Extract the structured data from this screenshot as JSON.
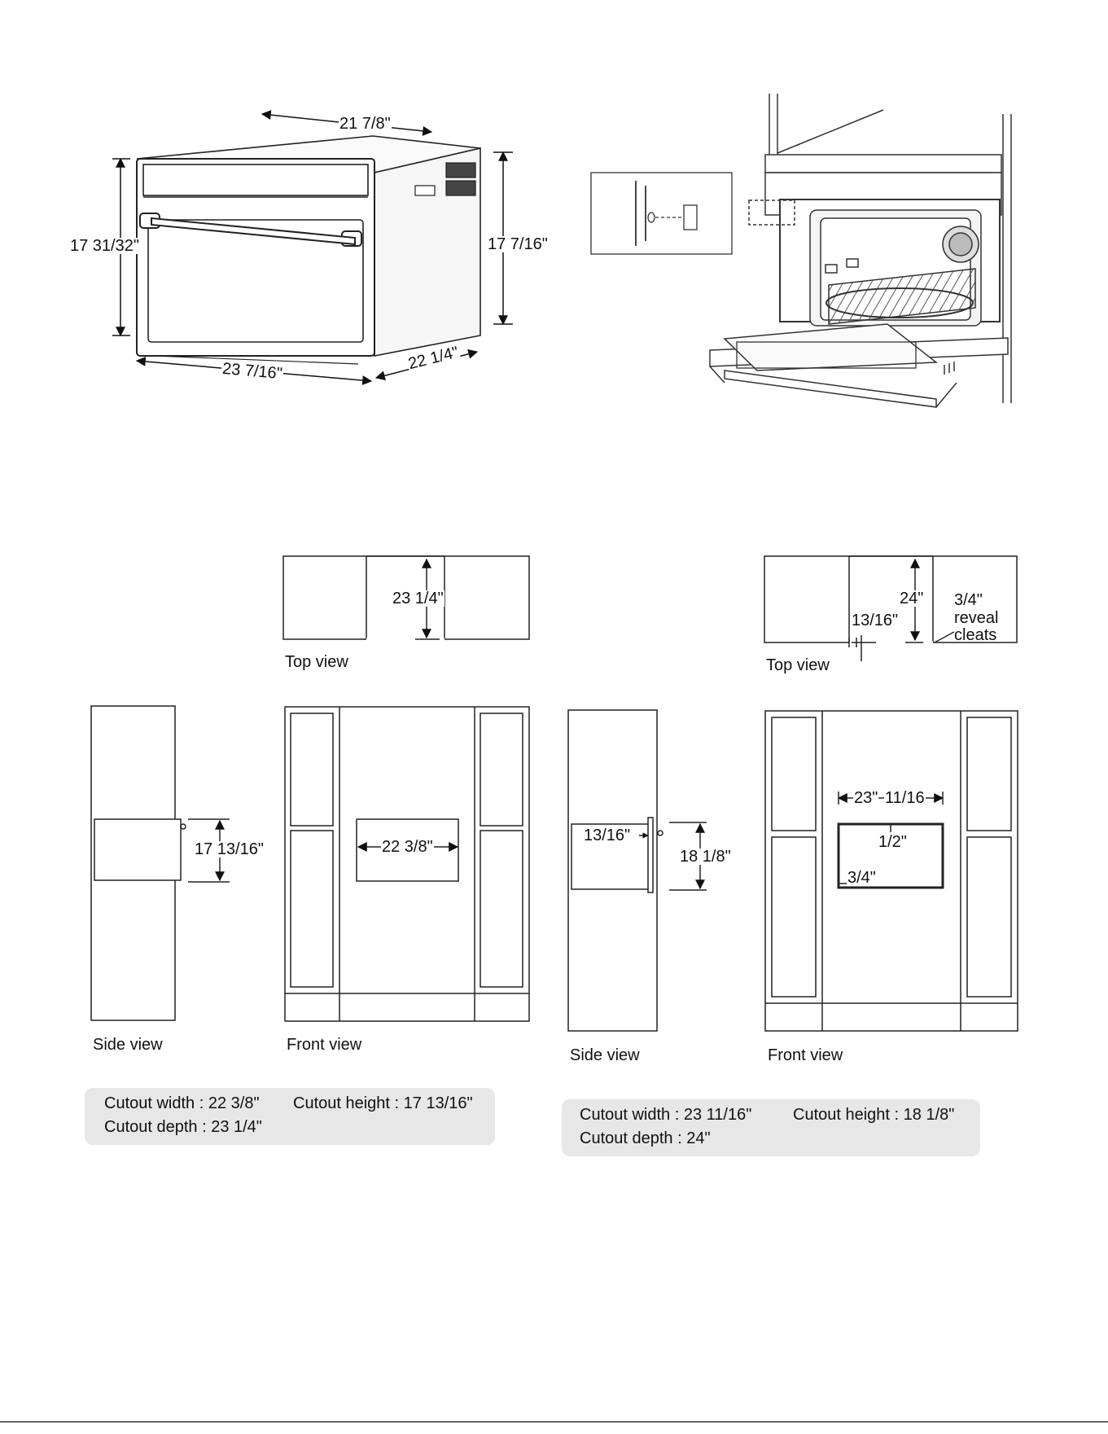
{
  "oven_dims": {
    "top_width": "21 7/8\"",
    "front_height": "17 31/32\"",
    "side_height": "17 7/16\"",
    "front_width": "23 7/16\"",
    "depth": "22 1/4\""
  },
  "left_install": {
    "top_view_label": "Top view",
    "top_depth": "23 1/4\"",
    "side_view_label": "Side view",
    "side_height": "17 13/16\"",
    "front_view_label": "Front view",
    "front_width": "22 3/8\"",
    "specs": {
      "width": "Cutout width : 22 3/8\"",
      "height": "Cutout height : 17 13/16\"",
      "depth": "Cutout depth : 23 1/4\""
    }
  },
  "right_install": {
    "top_view_label": "Top view",
    "top_depth": "24\"",
    "top_gap": "13/16\"",
    "reveal_line1": "3/4\"",
    "reveal_line2": "reveal",
    "reveal_line3": "cleats",
    "side_view_label": "Side view",
    "side_gap": "13/16\"",
    "side_height": "18 1/8\"",
    "front_view_label": "Front view",
    "front_width_a": "23\"",
    "front_width_b": "11/16",
    "front_top": "1/2\"",
    "front_side": "3/4\"",
    "specs": {
      "width": "Cutout width : 23 11/16\"",
      "height": "Cutout height : 18 1/8\"",
      "depth": "Cutout depth : 24\""
    }
  }
}
